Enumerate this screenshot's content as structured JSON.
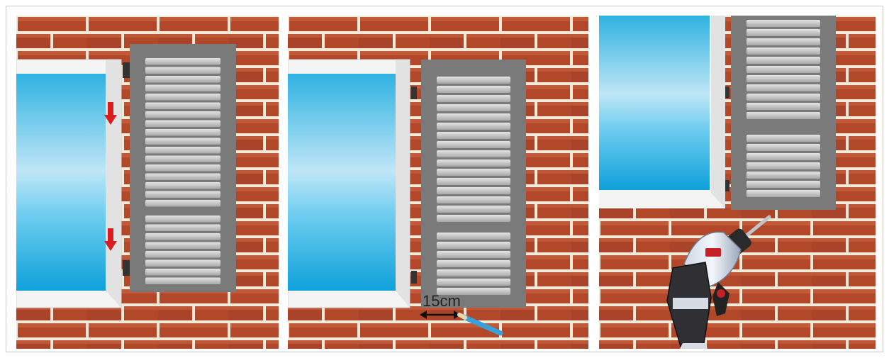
{
  "panels": [
    {
      "name": "step-1-align-shutter"
    },
    {
      "name": "step-2-mark-position"
    },
    {
      "name": "step-3-drill-hole"
    }
  ],
  "measurement": {
    "label": "15cm"
  },
  "colors": {
    "brick": "#b2472a",
    "mortar": "#f2ead8",
    "shutter": "#7a7a7a",
    "slat": "#c8c8c8",
    "frame": "#f4f4f4",
    "glass_top": "#dff3fb",
    "glass_bottom": "#1aa6dc",
    "arrow": "#d81e1e"
  },
  "icons": [
    "down-arrow-icon",
    "drill-icon",
    "pencil-icon",
    "measure-arrow-icon"
  ]
}
